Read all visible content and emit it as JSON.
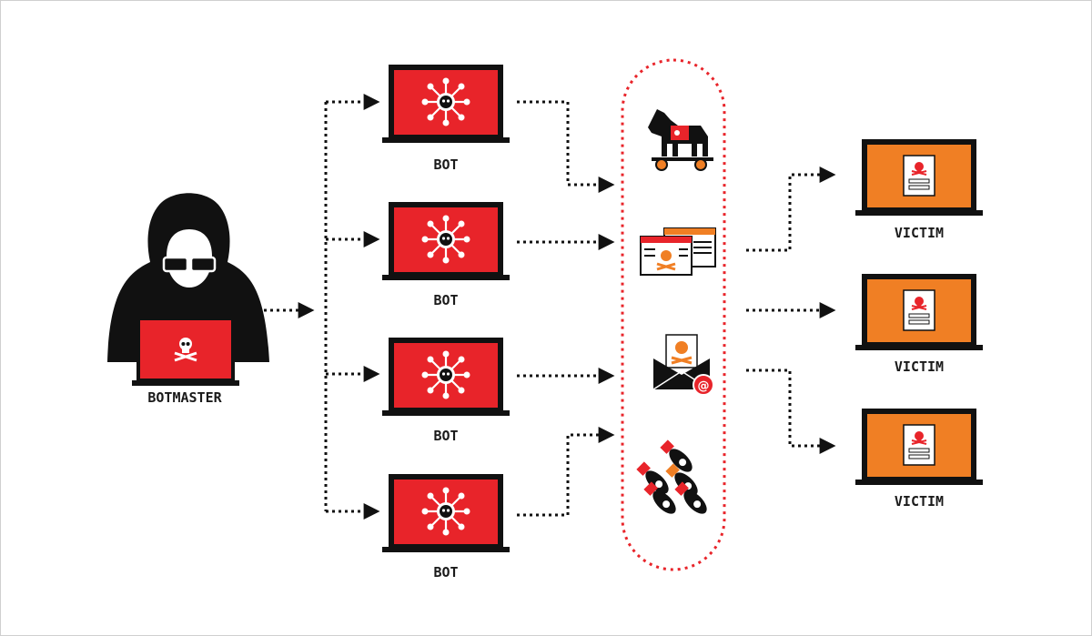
{
  "labels": {
    "botmaster": "BOTMASTER",
    "bot": "BOT",
    "victim": "VICTIM"
  },
  "bots": [
    {
      "label": "BOT"
    },
    {
      "label": "BOT"
    },
    {
      "label": "BOT"
    },
    {
      "label": "BOT"
    }
  ],
  "victims": [
    {
      "label": "VICTIM"
    },
    {
      "label": "VICTIM"
    },
    {
      "label": "VICTIM"
    }
  ],
  "attack_vectors": [
    "trojan-horse-icon",
    "malicious-webpages-icon",
    "phishing-email-icon",
    "bombs-icon"
  ],
  "colors": {
    "bot_screen": "#e8242a",
    "victim_screen": "#f07f24",
    "laptop_body": "#111111",
    "dotted_line": "#111111",
    "boundary": "#e8242a",
    "frame": "#cfcfcf"
  }
}
